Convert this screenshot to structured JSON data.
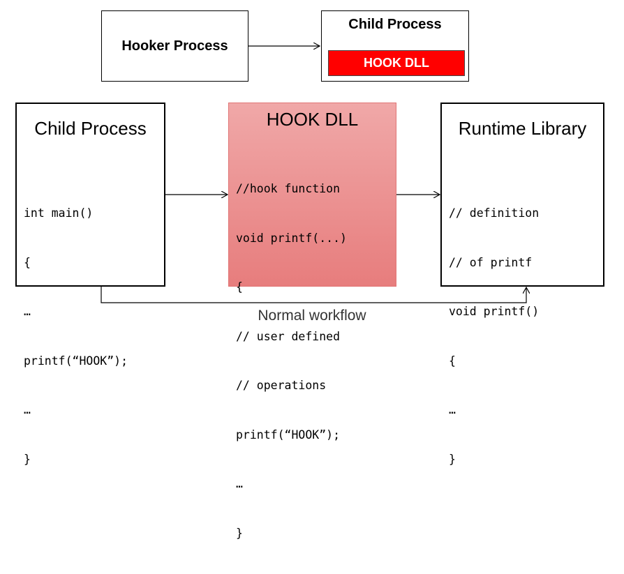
{
  "hooker_process": {
    "label": "Hooker Process"
  },
  "child_process_top": {
    "title": "Child Process",
    "dll_label": "HOOK DLL"
  },
  "child_process": {
    "title": "Child Process",
    "code": [
      "int main()",
      "{",
      "…",
      "printf(“HOOK”);",
      "…",
      "}"
    ]
  },
  "hook_dll": {
    "title": "HOOK DLL",
    "code": [
      "//hook function",
      "void printf(...)",
      "{",
      "// user defined",
      "// operations",
      "printf(“HOOK”);",
      "…",
      "}"
    ]
  },
  "runtime_library": {
    "title": "Runtime Library",
    "code": [
      "// definition",
      "// of printf",
      "void printf()",
      "{",
      "…",
      "}"
    ]
  },
  "workflow": {
    "label": "Normal workflow"
  },
  "colors": {
    "dll_red": "#ff0000",
    "hook_fill_top": "#f0a8a8",
    "hook_fill_bottom": "#e77d7d"
  }
}
